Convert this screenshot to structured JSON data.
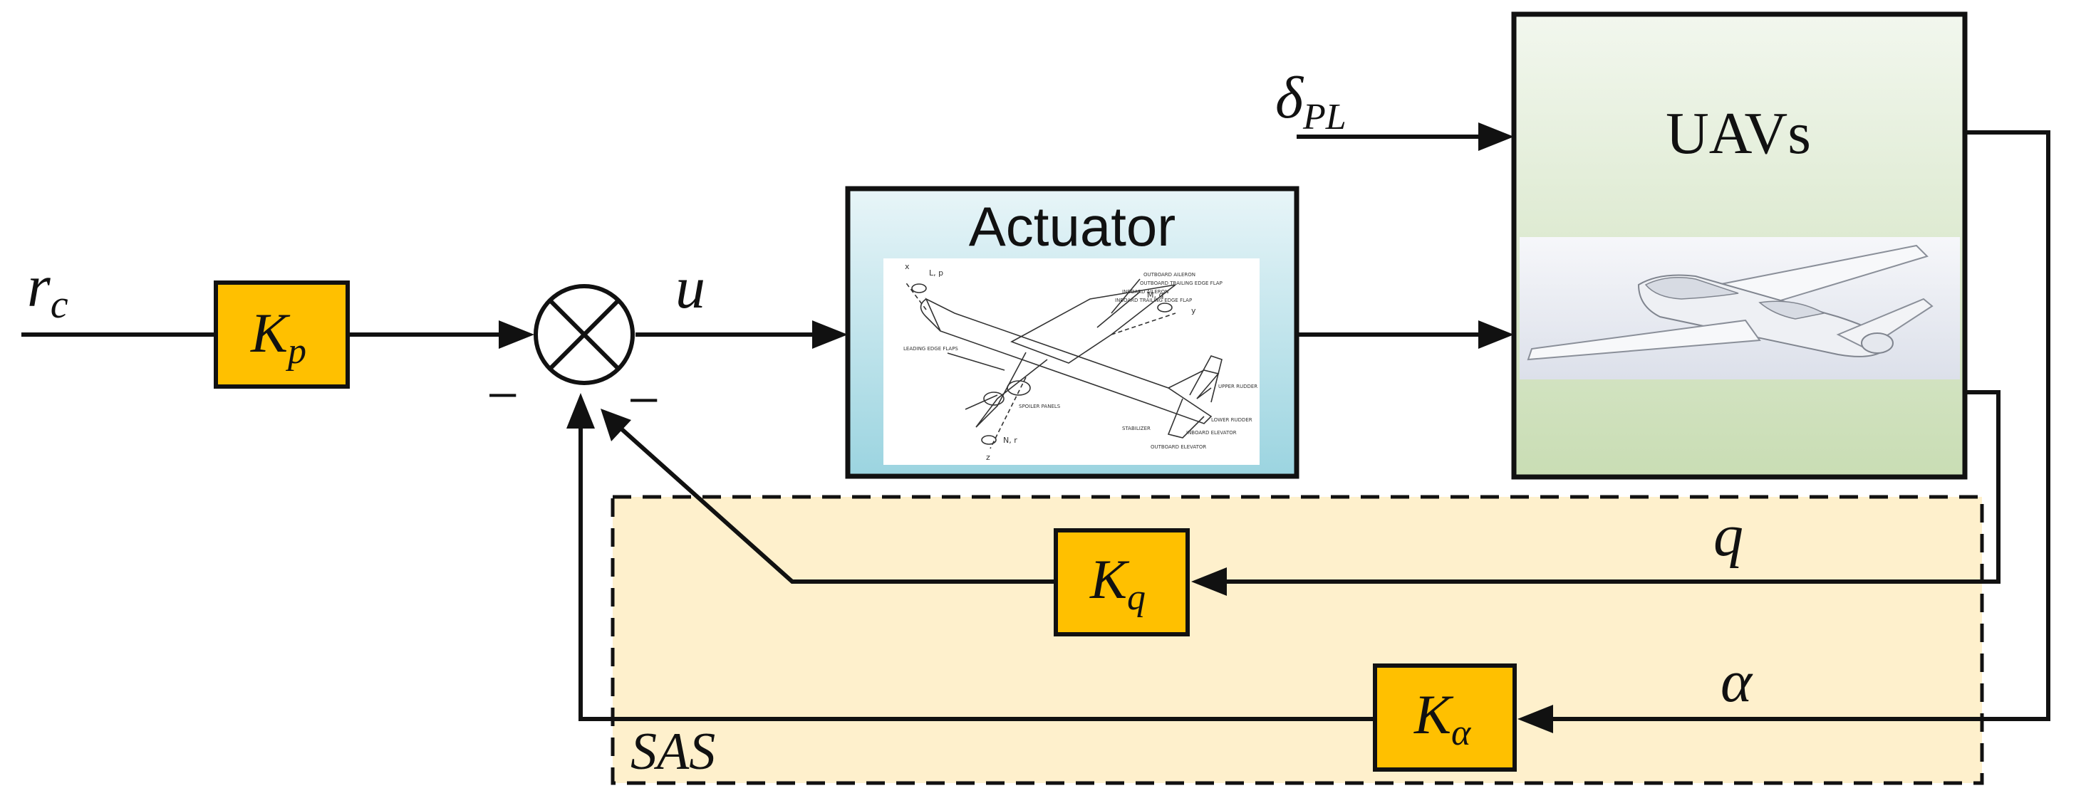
{
  "colors": {
    "line": "#111111",
    "gain_fill": "#FFC000",
    "sas_fill": "#FEF0CC",
    "actuator_top": "#E8F5F8",
    "actuator_bottom": "#9BD4E0",
    "uav_top": "#F2F7EE",
    "uav_bottom": "#C9DDB4"
  },
  "labels": {
    "input_main": "r",
    "input_sub": "c",
    "gain_p_main": "K",
    "gain_p_sub": "p",
    "control": "u",
    "minus_left": "_",
    "minus_right": "_",
    "actuator_title": "Actuator",
    "uav_title": "UAVs",
    "disturbance_main": "δ",
    "disturbance_sub": "PL",
    "gain_q_main": "K",
    "gain_q_sub": "q",
    "gain_a_main": "K",
    "gain_a_sub": "α",
    "feedback_q": "q",
    "feedback_alpha": "α",
    "sas": "SAS"
  },
  "aircraft_schematic_labels": {
    "x_axis": "x",
    "roll": "L, p",
    "pitch": "M, q",
    "y_axis": "y",
    "yaw": "N, r",
    "z_axis": "z",
    "outboard_aileron": "OUTBOARD AILERON",
    "outboard_flap": "OUTBOARD TRAILING EDGE FLAP",
    "inboard_aileron": "INBOARD AILERON",
    "inboard_flap": "INBOARD TRAILING EDGE FLAP",
    "leading_edge": "LEADING EDGE FLAPS",
    "spoiler": "SPOILER PANELS",
    "upper_rudder": "UPPER RUDDER",
    "lower_rudder": "LOWER RUDDER",
    "stabilizer": "STABILIZER",
    "outboard_elevator": "OUTBOARD ELEVATOR",
    "inboard_elevator": "INBOARD ELEVATOR"
  }
}
